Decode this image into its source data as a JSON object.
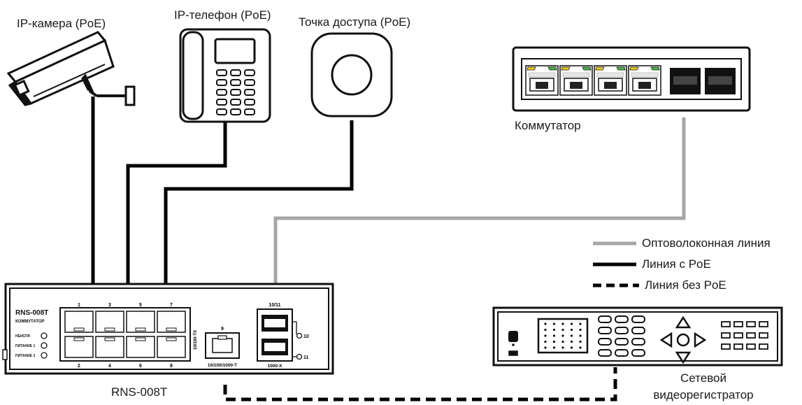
{
  "devices": {
    "camera": {
      "label": "IP-камера (PoE)"
    },
    "phone": {
      "label": "IP-телефон (PoE)"
    },
    "access_point": {
      "label": "Точка доступа (PoE)"
    },
    "switch": {
      "label": "Коммутатор"
    },
    "nvr": {
      "label_line1": "Сетевой",
      "label_line2": "видеорегистратор"
    },
    "rns": {
      "label": "RNS-008T",
      "model": "RNS-008T",
      "subtitle": "КОММУТАТОР",
      "led_fault": "НЕИСПР.",
      "led_power1": "ПИТАНИЕ 1",
      "led_power2": "ПИТАНИЕ 2",
      "port_top_labels": [
        "1",
        "3",
        "5",
        "7"
      ],
      "port_bottom_labels": [
        "2",
        "4",
        "6",
        "8"
      ],
      "copper_speed": "10/100-TX",
      "port9_label": "9",
      "port9_speed": "10/100/1000-T",
      "sfp_top_label": "10/11",
      "sfp_bottom_label": "1000-X",
      "sfp_port10": "10",
      "sfp_port11": "11"
    }
  },
  "legend": {
    "fiber": "Оптоволоконная  линия",
    "poe": "Линия с PoE",
    "no_poe": "Линия без PoE"
  },
  "colors": {
    "cable": "#000000",
    "fiber": "#a6a6a6",
    "device_outline": "#111111",
    "led_yellow": "#f2cf1d",
    "led_green": "#4bb84a"
  }
}
